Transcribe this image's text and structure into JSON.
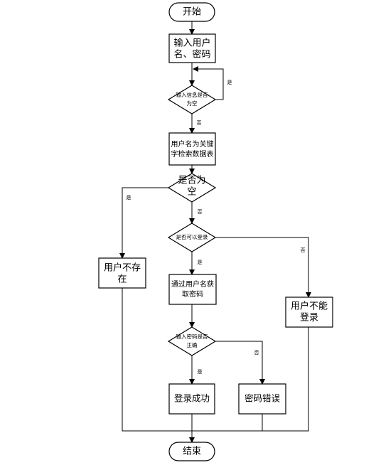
{
  "flowchart": {
    "start": "开始",
    "input": [
      "输入用户",
      "名、密码"
    ],
    "check_empty": [
      "输入信息是否",
      "为空"
    ],
    "search_db": [
      "用户名为关键",
      "字检索数据表"
    ],
    "check_null": [
      "是否为",
      "空"
    ],
    "user_not_exist": [
      "用户不存",
      "在"
    ],
    "check_can_login": "是否可以登录",
    "get_password": [
      "通过用户名获",
      "取密码"
    ],
    "cannot_login": [
      "用户不能",
      "登录"
    ],
    "check_password": [
      "输入密码是否",
      "正确"
    ],
    "login_success": "登录成功",
    "password_error": "密码错误",
    "end": "结束"
  },
  "edge_labels": {
    "empty_yes": "是",
    "empty_no": "否",
    "null_yes": "是",
    "null_no": "否",
    "can_login_yes": "是",
    "can_login_no": "否",
    "password_yes": "是",
    "password_no": "否"
  }
}
